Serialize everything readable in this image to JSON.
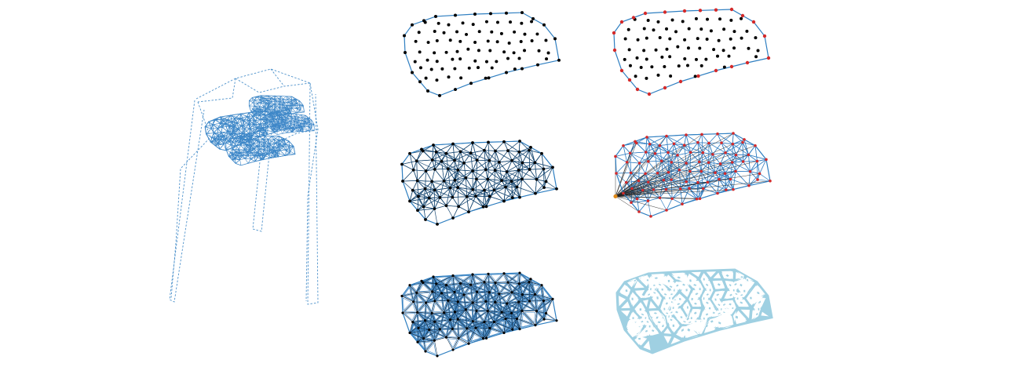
{
  "colors": {
    "outline": "#2f7fc1",
    "wire": "#3d86c6",
    "point": "#000000",
    "boundary_point": "#d42a2a",
    "stool_dash": "#4f93cc",
    "seat_fill": "#3f88c8",
    "solid_fill": "#9fd0e2",
    "background": "#ffffff"
  },
  "panels": [
    {
      "id": "stool",
      "kind": "stool-wireframe"
    },
    {
      "id": "points",
      "kind": "point-cloud"
    },
    {
      "id": "boundary",
      "kind": "boundary-points"
    },
    {
      "id": "triangulation",
      "kind": "delaunay-mesh"
    },
    {
      "id": "fan",
      "kind": "fan-triangulation"
    },
    {
      "id": "offset",
      "kind": "offset-mesh"
    },
    {
      "id": "solid",
      "kind": "solid-mesh"
    }
  ]
}
